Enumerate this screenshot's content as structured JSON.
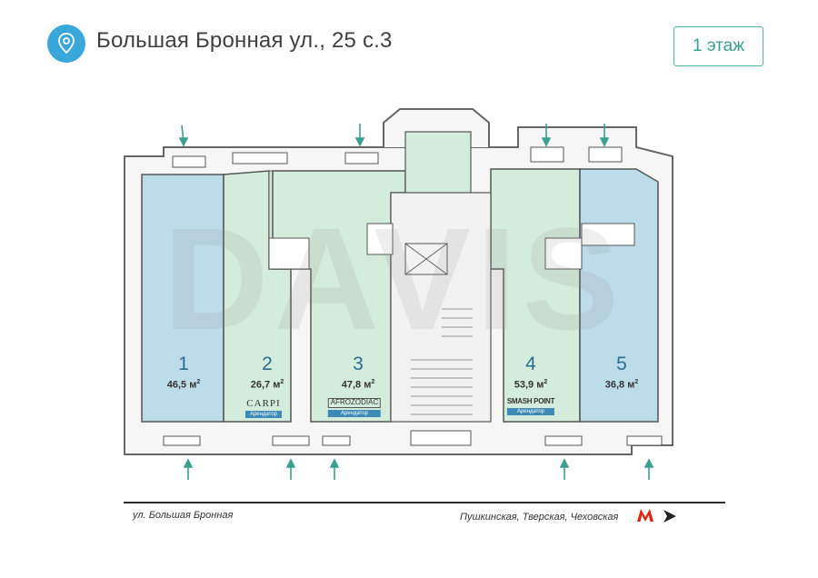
{
  "header": {
    "address": "Большая Бронная ул., 25 с.3",
    "floor_button": "1 этаж",
    "pin_icon": "location-pin-icon",
    "accent_color": "#3aa7db"
  },
  "watermark": "DAVIS",
  "rooms": [
    {
      "number": "1",
      "area": "46,5 м",
      "sup": "2"
    },
    {
      "number": "2",
      "area": "26,7 м",
      "sup": "2",
      "tenant": "CARPI",
      "tenant_badge": "Арендатор"
    },
    {
      "number": "3",
      "area": "47,8 м",
      "sup": "2",
      "tenant": "AFROZODIAC",
      "tenant_badge": "Арендатор"
    },
    {
      "number": "4",
      "area": "53,9 м",
      "sup": "2",
      "tenant": "SMASH POINT",
      "tenant_badge": "Арендатор"
    },
    {
      "number": "5",
      "area": "36,8 м",
      "sup": "2"
    }
  ],
  "colors": {
    "blue_room": "#bcdcea",
    "green_room": "#d4ecdc",
    "wall": "#555555",
    "entrance_arrow": "#3aa08f"
  },
  "street": {
    "name": "ул. Большая Бронная",
    "metro": "Пушкинская, Тверская, Чеховская"
  }
}
